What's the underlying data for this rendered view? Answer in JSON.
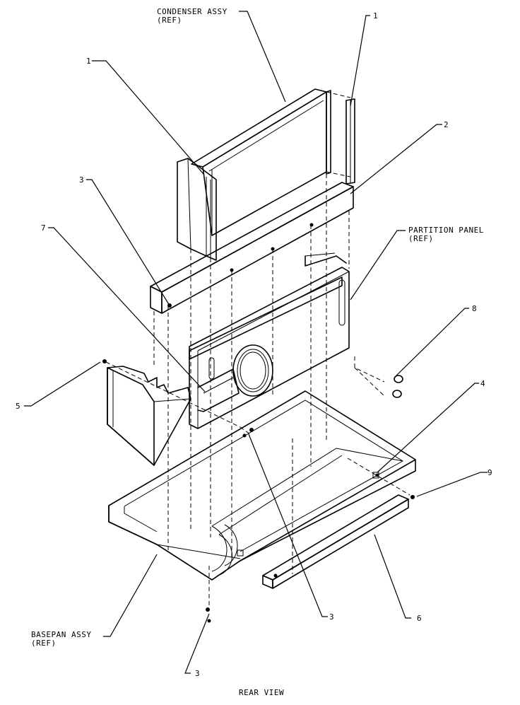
{
  "labels": {
    "condenser_assy": "CONDENSER ASSY",
    "condenser_ref": "(REF)",
    "partition_panel": "PARTITION PANEL",
    "partition_ref": "(REF)",
    "basepan_assy": "BASEPAN ASSY",
    "basepan_ref": "(REF)",
    "view_title": "REAR VIEW"
  },
  "callouts": {
    "c1_left": "1",
    "c1_right": "1",
    "c2": "2",
    "c3_left": "3",
    "c3_bottom_mid": "3",
    "c3_bottom": "3",
    "c4": "4",
    "c5": "5",
    "c6": "6",
    "c7": "7",
    "c8": "8",
    "c9": "9"
  }
}
